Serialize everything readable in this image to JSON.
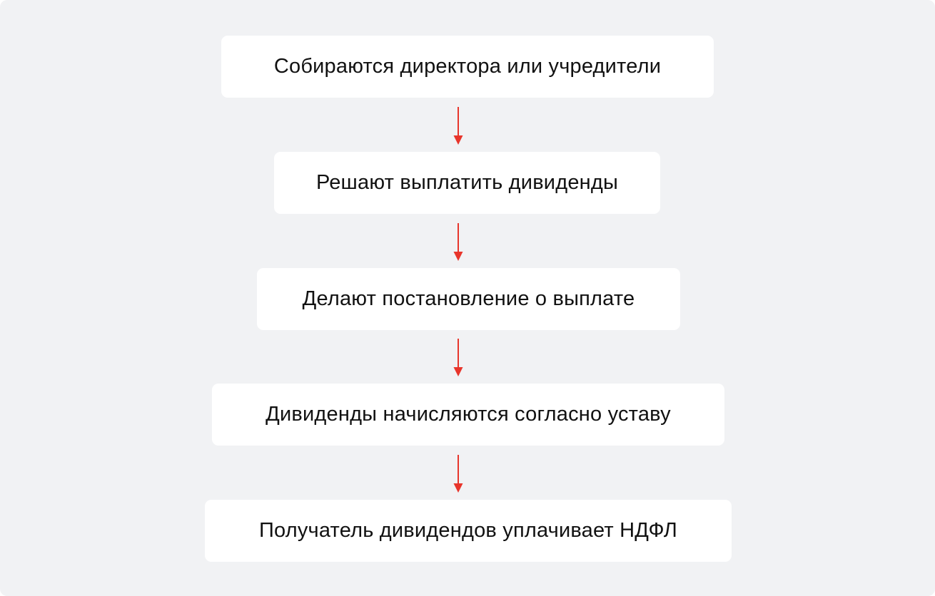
{
  "diagram": {
    "type": "flowchart",
    "direction": "top-to-bottom",
    "colors": {
      "background": "#f1f2f4",
      "box": "#ffffff",
      "text": "#111111",
      "arrow": "#e8352b"
    },
    "steps": [
      {
        "label": "Собираются директора или учредители"
      },
      {
        "label": "Решают выплатить дивиденды"
      },
      {
        "label": "Делают постановление о выплате"
      },
      {
        "label": "Дивиденды начисляются согласно уставу"
      },
      {
        "label": "Получатель дивидендов уплачивает НДФЛ"
      }
    ],
    "arrows": [
      {
        "from": 0,
        "to": 1,
        "icon": "arrow-down-icon"
      },
      {
        "from": 1,
        "to": 2,
        "icon": "arrow-down-icon"
      },
      {
        "from": 2,
        "to": 3,
        "icon": "arrow-down-icon"
      },
      {
        "from": 3,
        "to": 4,
        "icon": "arrow-down-icon"
      }
    ]
  }
}
